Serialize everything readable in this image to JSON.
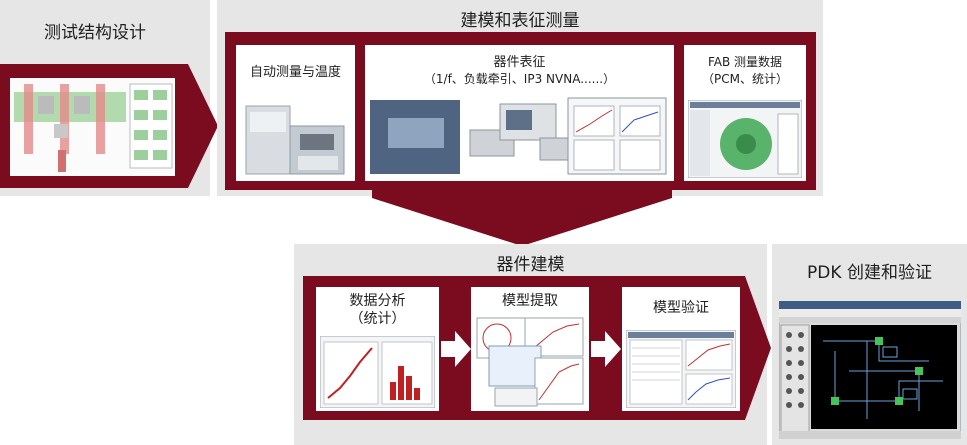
{
  "stages": {
    "test_structure": {
      "title": "测试结构设计"
    },
    "modeling_characterization": {
      "title": "建模和表征测量",
      "panels": [
        {
          "title": "自动测量与温度"
        },
        {
          "title": "器件表征",
          "subtitle": "（1/f、负载牵引、IP3 NVNA......）"
        },
        {
          "title": "FAB 测量数据",
          "subtitle": "（PCM、统计）"
        }
      ]
    },
    "device_modeling": {
      "title": "器件建模",
      "panels": [
        {
          "title": "数据分析",
          "subtitle": "（统计）"
        },
        {
          "title": "模型提取"
        },
        {
          "title": "模型验证"
        }
      ]
    },
    "pdk": {
      "title": "PDK 创建和验证"
    }
  },
  "colors": {
    "maroon": "#7b0b1e",
    "gray_panel": "#e6e6e6",
    "white_arrow": "#ffffff"
  }
}
